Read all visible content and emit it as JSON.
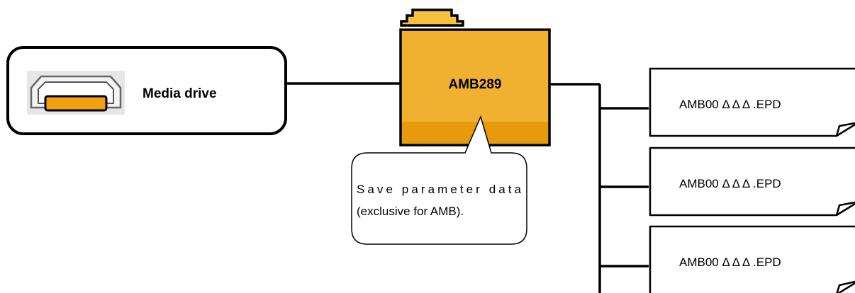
{
  "media_drive": {
    "label": "Media drive",
    "icon": "media-drive-icon"
  },
  "folder": {
    "label": "AMB289",
    "icon": "folder-icon",
    "color": "#f0b030"
  },
  "callout": {
    "line1": "Save parameter data",
    "line2": "(exclusive for AMB)."
  },
  "files": [
    {
      "label": "AMB00 Δ Δ Δ .EPD",
      "icon": "file-icon"
    },
    {
      "label": "AMB00 Δ Δ Δ .EPD",
      "icon": "file-icon"
    },
    {
      "label": "AMB00 Δ Δ Δ .EPD",
      "icon": "file-icon"
    }
  ]
}
